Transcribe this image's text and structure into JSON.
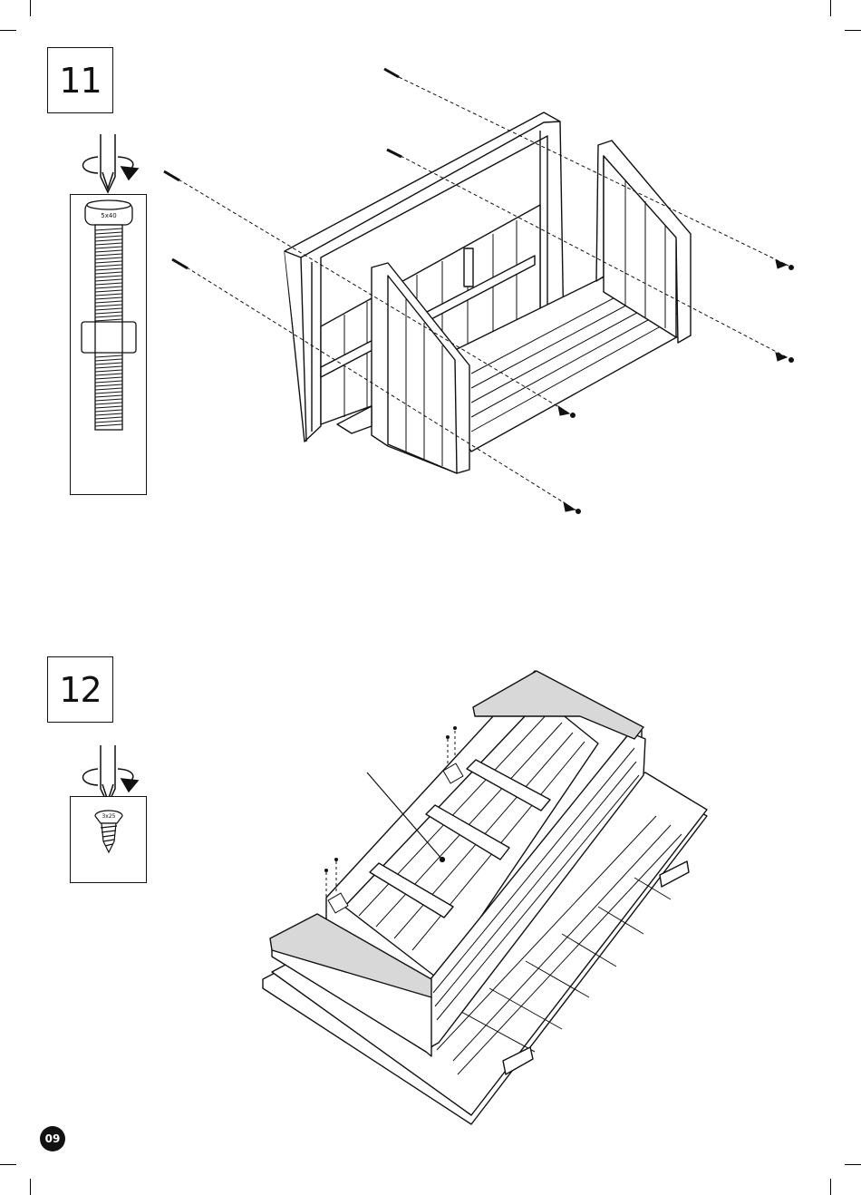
{
  "steps": [
    {
      "number": "11",
      "tool_icon": "screwdriver-rotate-icon",
      "hardware_icon": "bolt-with-nut-icon",
      "bolt_head_marking": "5x40"
    },
    {
      "number": "12",
      "tool_icon": "screwdriver-rotate-icon",
      "hardware_icon": "wood-screw-icon",
      "screw_head_marking": "3x25"
    }
  ],
  "page": {
    "number": "09"
  }
}
